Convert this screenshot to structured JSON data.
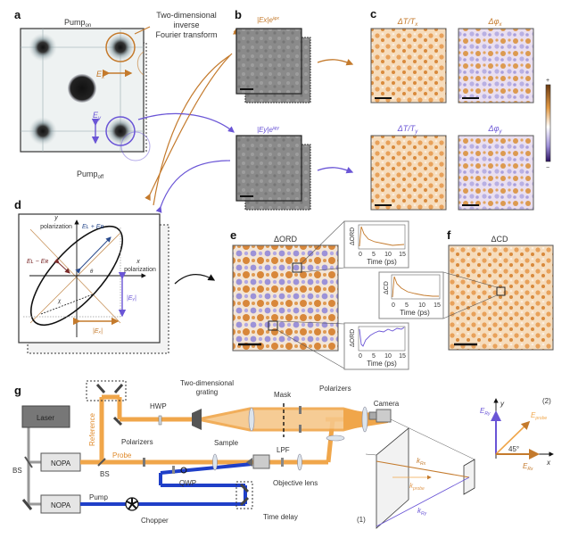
{
  "colors": {
    "orange": "#c47a2c",
    "light_orange": "#f0a64a",
    "purple": "#6a55d6",
    "blue_beam": "#1f3fc8",
    "gray": "#888888"
  },
  "panels": {
    "a": "a",
    "b": "b",
    "c": "c",
    "d": "d",
    "e": "e",
    "f": "f",
    "g": "g"
  },
  "a": {
    "pump_on": "Pump",
    "pump_on_sub": "on",
    "pump_off": "Pump",
    "pump_off_sub": "off",
    "ex": "E",
    "ex_sub": "x",
    "ey": "E",
    "ey_sub": "y",
    "transform_line1": "Two-dimensional",
    "transform_line2": "inverse",
    "transform_line3": "Fourier transform"
  },
  "b": {
    "top_label": "|Eₓ|e^{iφₓ}",
    "top_text": "|Ex|e",
    "top_sup": "iφx",
    "bottom_text": "|Ey|e",
    "bottom_sup": "iφy"
  },
  "c": {
    "t1": "ΔT/T",
    "t1_sub": "x",
    "t2": "Δφ",
    "t2_sub": "x",
    "t3": "ΔT/T",
    "t3_sub": "y",
    "t4": "Δφ",
    "t4_sub": "y",
    "cb_plus": "+",
    "cb_minus": "−"
  },
  "d": {
    "y": "y",
    "ypol": "polarization",
    "x": "x",
    "xpol": "polarization",
    "el_plus_er": "Eʟ + Eʀ",
    "el_minus_er": "Eʟ − Eʀ",
    "theta": "θ",
    "chi": "χ",
    "abs_ey": "|Eᵧ|",
    "abs_ex": "|Eₓ|"
  },
  "e": {
    "title": "ΔORD",
    "inset1_ylabel": "ΔORD",
    "inset2_ylabel": "ΔORD",
    "xlabel": "Time (ps)",
    "ticks": [
      "0",
      "5",
      "10",
      "15"
    ]
  },
  "f": {
    "title": "ΔCD",
    "inset_ylabel": "ΔCD",
    "xlabel": "Time (ps)",
    "ticks": [
      "0",
      "5",
      "10",
      "15"
    ]
  },
  "g": {
    "laser": "Laser",
    "nopa1": "NOPA",
    "nopa2": "NOPA",
    "bs1": "BS",
    "bs2": "BS",
    "reference": "Reference",
    "probe": "Probe",
    "pump": "Pump",
    "chopper": "Chopper",
    "time_delay": "Time delay",
    "hwp": "HWP",
    "grating_line1": "Two-dimensional",
    "grating_line2": "grating",
    "mask": "Mask",
    "polarizers_top": "Polarizers",
    "polarizers_mid": "Polarizers",
    "qwp": "QWP",
    "sample": "Sample",
    "lpf": "LPF",
    "objective": "Objective lens",
    "camera": "Camera",
    "label1": "(1)",
    "label2": "(2)",
    "k_rx": "k",
    "k_rx_sub": "Rx",
    "k_probe": "k",
    "k_probe_sub": "probe",
    "k_ry": "k",
    "k_ry_sub": "Ry",
    "e_ry": "E",
    "e_ry_sub": "Ry",
    "e_probe": "E",
    "e_probe_sub": "probe",
    "e_rx": "E",
    "e_rx_sub": "Rx",
    "angle": "45°",
    "ax_x": "x",
    "ax_y": "y"
  }
}
